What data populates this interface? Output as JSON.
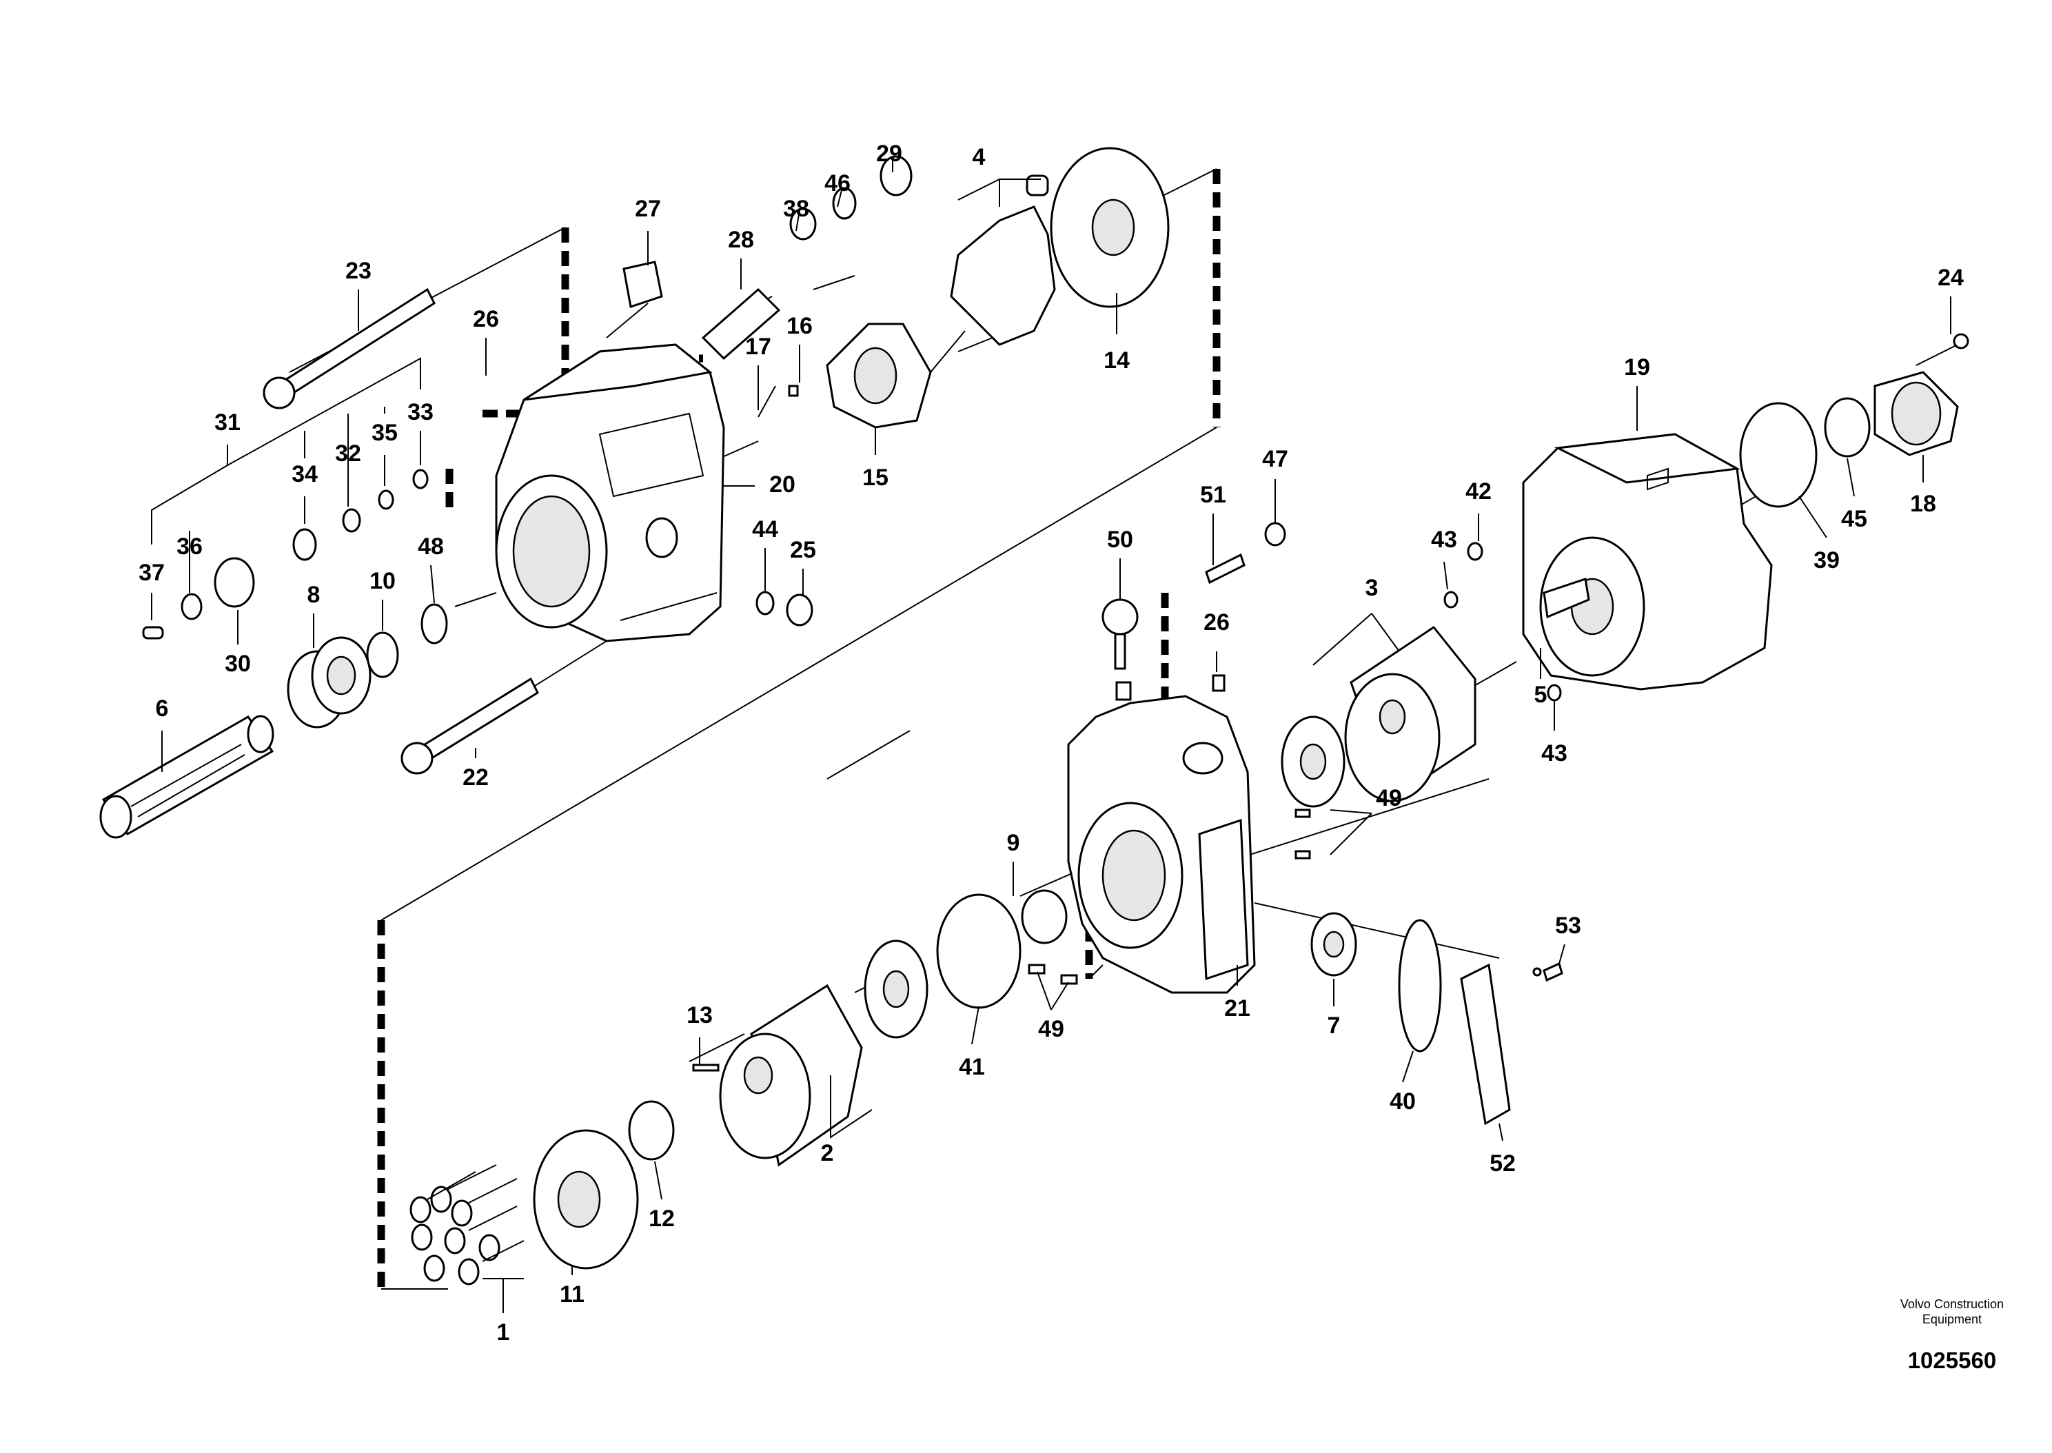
{
  "labels": {
    "l1": "1",
    "l2": "2",
    "l3": "3",
    "l4": "4",
    "l5": "5",
    "l6": "6",
    "l7": "7",
    "l8": "8",
    "l9": "9",
    "l10": "10",
    "l11": "11",
    "l12": "12",
    "l13": "13",
    "l14": "14",
    "l15": "15",
    "l16": "16",
    "l17": "17",
    "l18": "18",
    "l19": "19",
    "l20": "20",
    "l21": "21",
    "l22": "22",
    "l23": "23",
    "l24": "24",
    "l25": "25",
    "l26a": "26",
    "l26b": "26",
    "l27": "27",
    "l28": "28",
    "l29": "29",
    "l30": "30",
    "l31": "31",
    "l32": "32",
    "l33": "33",
    "l34": "34",
    "l35": "35",
    "l36": "36",
    "l37": "37",
    "l38": "38",
    "l39": "39",
    "l40": "40",
    "l41": "41",
    "l42": "42",
    "l43a": "43",
    "l43b": "43",
    "l44": "44",
    "l45": "45",
    "l46": "46",
    "l47": "47",
    "l48": "48",
    "l49a": "49",
    "l49b": "49",
    "l50": "50",
    "l51": "51",
    "l52": "52",
    "l53": "53"
  },
  "credit": {
    "line1": "Volvo Construction",
    "line2": "Equipment",
    "number": "1025560"
  }
}
